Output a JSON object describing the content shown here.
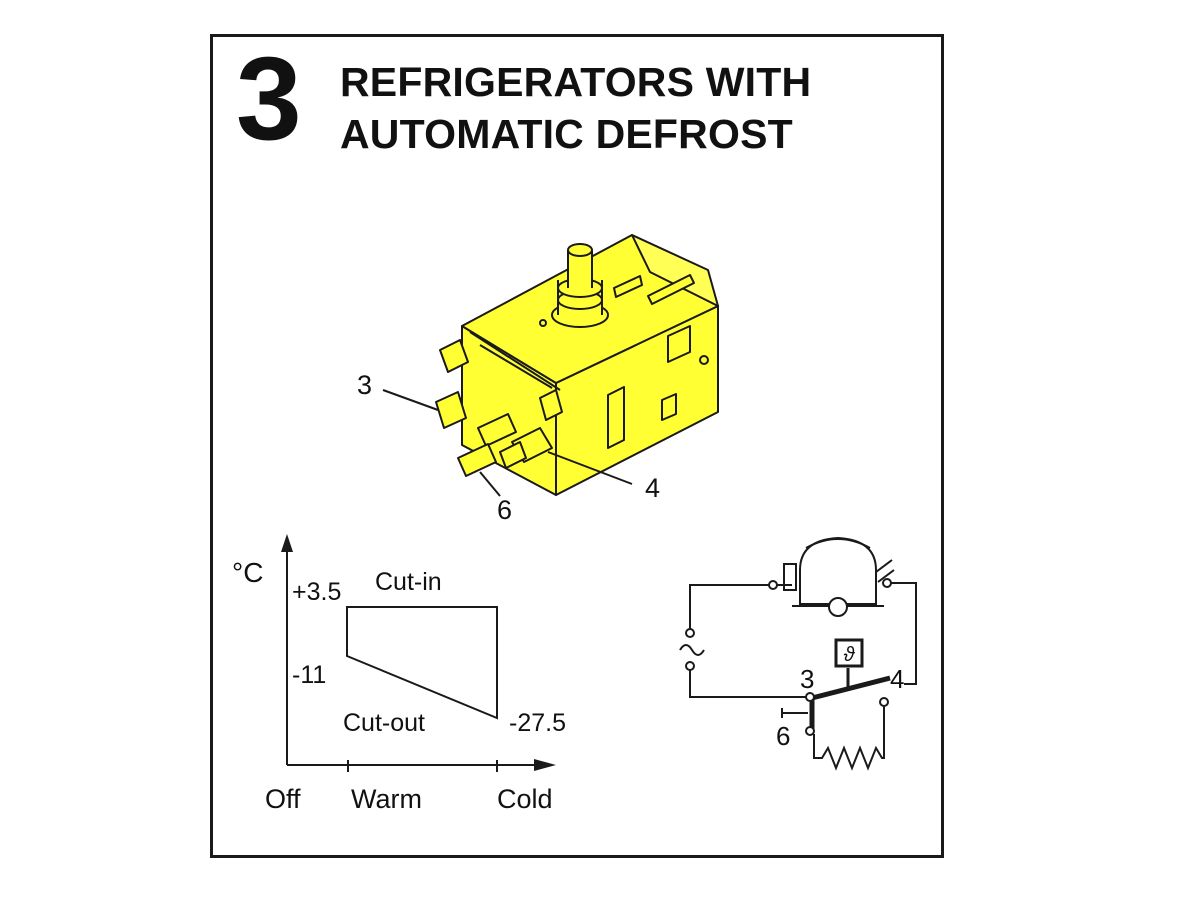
{
  "header": {
    "number": "3",
    "title_line1": "REFRIGERATORS WITH",
    "title_line2": "AUTOMATIC DEFROST"
  },
  "thermostat": {
    "terminal_labels": [
      "3",
      "4",
      "6"
    ],
    "body_color": "#ffff33",
    "outline_color": "#1a1a1a"
  },
  "graph": {
    "unit": "°C",
    "cut_in_label": "Cut-in",
    "cut_out_label": "Cut-out",
    "values": [
      "+3.5",
      "-11",
      "-27.5"
    ],
    "x_labels": [
      "Off",
      "Warm",
      "Cold"
    ]
  },
  "circuit": {
    "ac_symbol": "~",
    "thermo_symbol": "ϑ",
    "labels": [
      "3",
      "4",
      "6"
    ]
  }
}
